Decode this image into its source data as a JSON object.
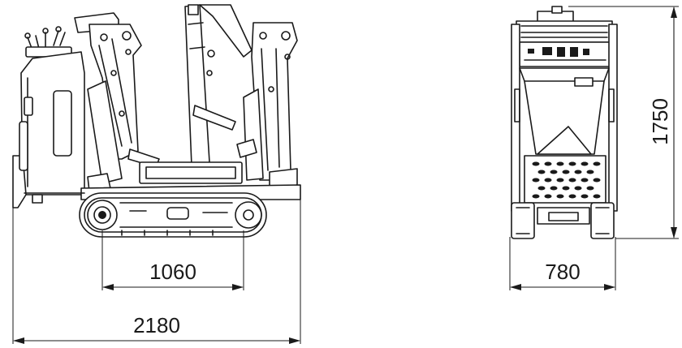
{
  "dimensions": {
    "track_length": "1060",
    "overall_length": "2180",
    "width": "780",
    "height": "1750"
  }
}
